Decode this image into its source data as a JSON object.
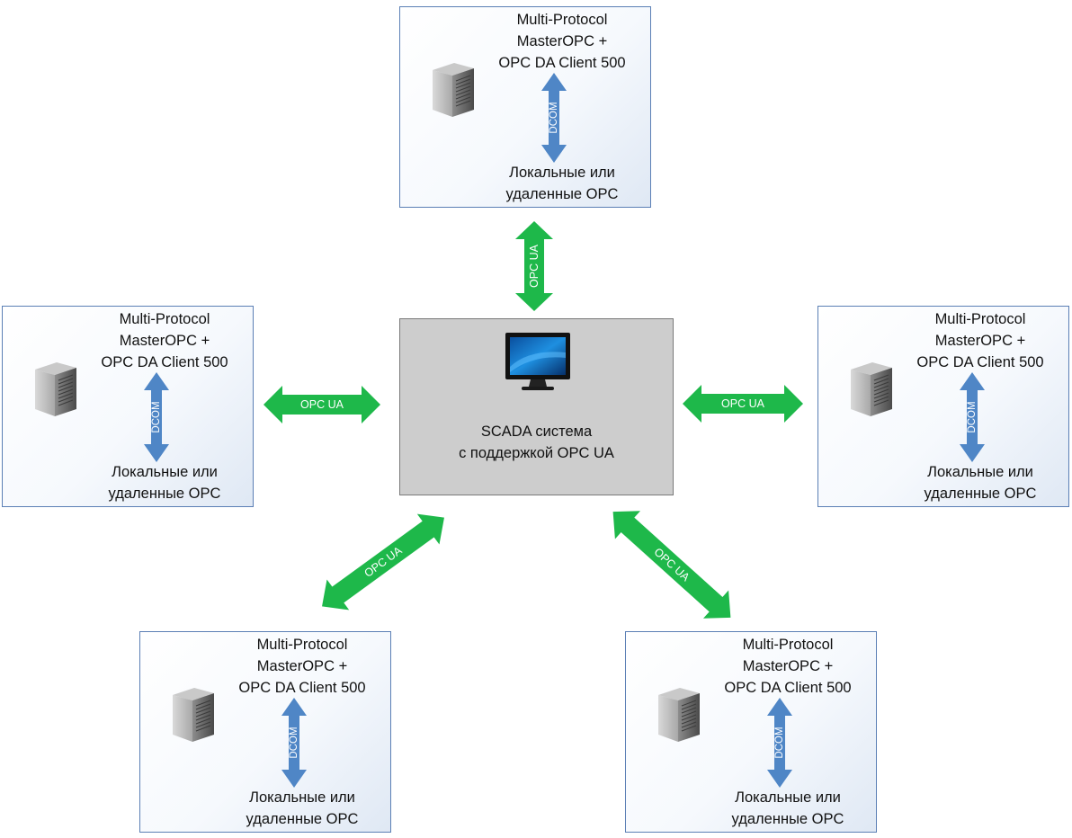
{
  "center": {
    "line1": "SCADA система",
    "line2": "с поддержкой OPC UA",
    "icon": "monitor-icon"
  },
  "nodes": [
    {
      "title": [
        "Multi-Protocol",
        "MasterOPC +",
        "OPC DA Client 500"
      ],
      "dcom": "DCOM",
      "bottom": [
        "Локальные или",
        "удаленные OPC"
      ],
      "icon": "server-icon"
    },
    {
      "title": [
        "Multi-Protocol",
        "MasterOPC +",
        "OPC DA Client 500"
      ],
      "dcom": "DCOM",
      "bottom": [
        "Локальные или",
        "удаленные OPC"
      ],
      "icon": "server-icon"
    },
    {
      "title": [
        "Multi-Protocol",
        "MasterOPC +",
        "OPC DA Client 500"
      ],
      "dcom": "DCOM",
      "bottom": [
        "Локальные или",
        "удаленные OPC"
      ],
      "icon": "server-icon"
    },
    {
      "title": [
        "Multi-Protocol",
        "MasterOPC +",
        "OPC DA Client 500"
      ],
      "dcom": "DCOM",
      "bottom": [
        "Локальные или",
        "удаленные OPC"
      ],
      "icon": "server-icon"
    },
    {
      "title": [
        "Multi-Protocol",
        "MasterOPC +",
        "OPC DA Client 500"
      ],
      "dcom": "DCOM",
      "bottom": [
        "Локальные или",
        "удаленные OPC"
      ],
      "icon": "server-icon"
    }
  ],
  "links": [
    {
      "label": "OPC UA"
    },
    {
      "label": "OPC UA"
    },
    {
      "label": "OPC UA"
    },
    {
      "label": "OPC UA"
    },
    {
      "label": "OPC UA"
    }
  ],
  "colors": {
    "link_green": "#1eb84a",
    "dcom_blue": "#4f86c6",
    "node_border": "#5b7fb5",
    "scada_fill": "#cdcdcd"
  }
}
